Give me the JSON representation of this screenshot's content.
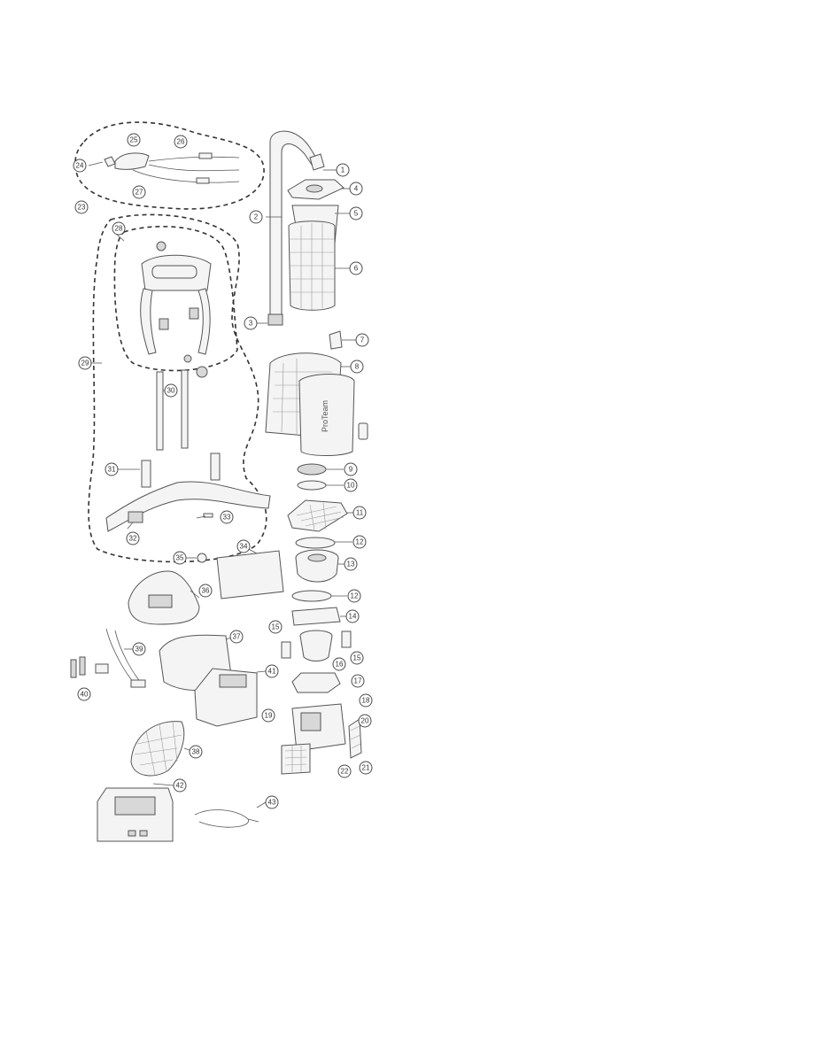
{
  "callouts": [
    {
      "id": "c1",
      "label": "1"
    },
    {
      "id": "c2",
      "label": "2"
    },
    {
      "id": "c3",
      "label": "3"
    },
    {
      "id": "c4",
      "label": "4"
    },
    {
      "id": "c5",
      "label": "5"
    },
    {
      "id": "c6",
      "label": "6"
    },
    {
      "id": "c7",
      "label": "7"
    },
    {
      "id": "c8",
      "label": "8"
    },
    {
      "id": "c9",
      "label": "9"
    },
    {
      "id": "c10",
      "label": "10"
    },
    {
      "id": "c11",
      "label": "11"
    },
    {
      "id": "c12a",
      "label": "12"
    },
    {
      "id": "c12b",
      "label": "12"
    },
    {
      "id": "c13",
      "label": "13"
    },
    {
      "id": "c14",
      "label": "14"
    },
    {
      "id": "c15a",
      "label": "15"
    },
    {
      "id": "c15b",
      "label": "15"
    },
    {
      "id": "c16",
      "label": "16"
    },
    {
      "id": "c17",
      "label": "17"
    },
    {
      "id": "c18",
      "label": "18"
    },
    {
      "id": "c19",
      "label": "19"
    },
    {
      "id": "c20",
      "label": "20"
    },
    {
      "id": "c21",
      "label": "21"
    },
    {
      "id": "c22",
      "label": "22"
    },
    {
      "id": "c23",
      "label": "23"
    },
    {
      "id": "c24",
      "label": "24"
    },
    {
      "id": "c25",
      "label": "25"
    },
    {
      "id": "c26",
      "label": "26"
    },
    {
      "id": "c27",
      "label": "27"
    },
    {
      "id": "c28",
      "label": "28"
    },
    {
      "id": "c29",
      "label": "29"
    },
    {
      "id": "c30",
      "label": "30"
    },
    {
      "id": "c31",
      "label": "31"
    },
    {
      "id": "c32",
      "label": "32"
    },
    {
      "id": "c33",
      "label": "33"
    },
    {
      "id": "c34",
      "label": "34"
    },
    {
      "id": "c35",
      "label": "35"
    },
    {
      "id": "c36",
      "label": "36"
    },
    {
      "id": "c37",
      "label": "37"
    },
    {
      "id": "c38",
      "label": "38"
    },
    {
      "id": "c39",
      "label": "39"
    },
    {
      "id": "c40",
      "label": "40"
    },
    {
      "id": "c41",
      "label": "41"
    },
    {
      "id": "c42",
      "label": "42"
    },
    {
      "id": "c43",
      "label": "43"
    }
  ],
  "brand_text": "ProTeam",
  "colors": {
    "line": "#555555",
    "fill": "#f4f4f4",
    "background": "#ffffff"
  }
}
